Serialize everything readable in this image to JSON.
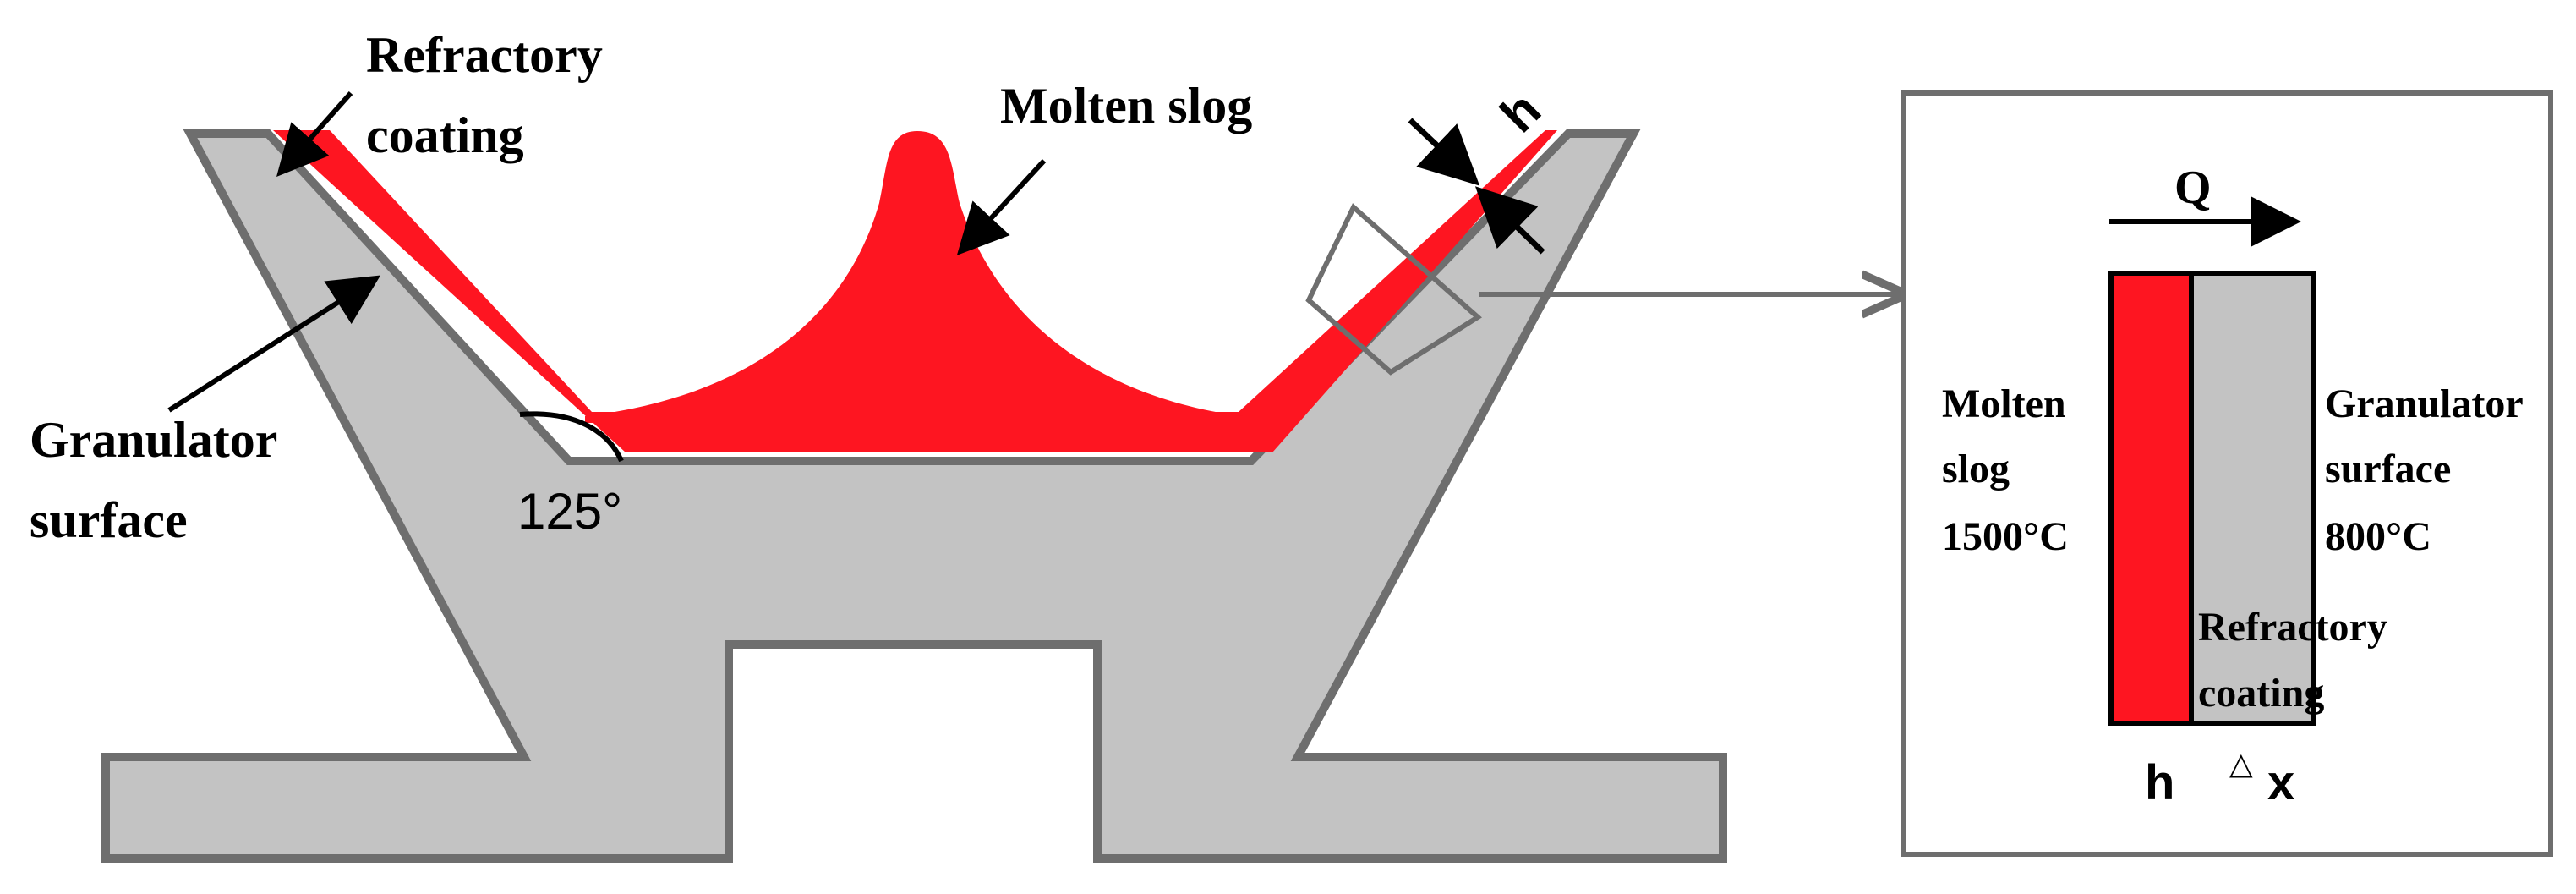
{
  "labels": {
    "refractory_coating_line1": "Refractory",
    "refractory_coating_line2": "coating",
    "molten_slog": "Molten slog",
    "granulator_surface_line1": "Granulator",
    "granulator_surface_line2": "surface",
    "angle": "125°",
    "thickness_h": "h"
  },
  "detail": {
    "heat_flow": "Q",
    "molten_line1": "Molten",
    "molten_line2": "slog",
    "molten_temp": "1500°C",
    "granulator_line1": "Granulator",
    "granulator_line2": "surface",
    "granulator_temp": "800°C",
    "coating_line1": "Refractory",
    "coating_line2": "coating",
    "h_label": "h",
    "dx_symbol": "△",
    "dx_var": "x"
  },
  "colors": {
    "slag": "#fe1521",
    "granulator": "#c3c3c3",
    "outline": "#6e6e6e",
    "text": "#000000"
  }
}
